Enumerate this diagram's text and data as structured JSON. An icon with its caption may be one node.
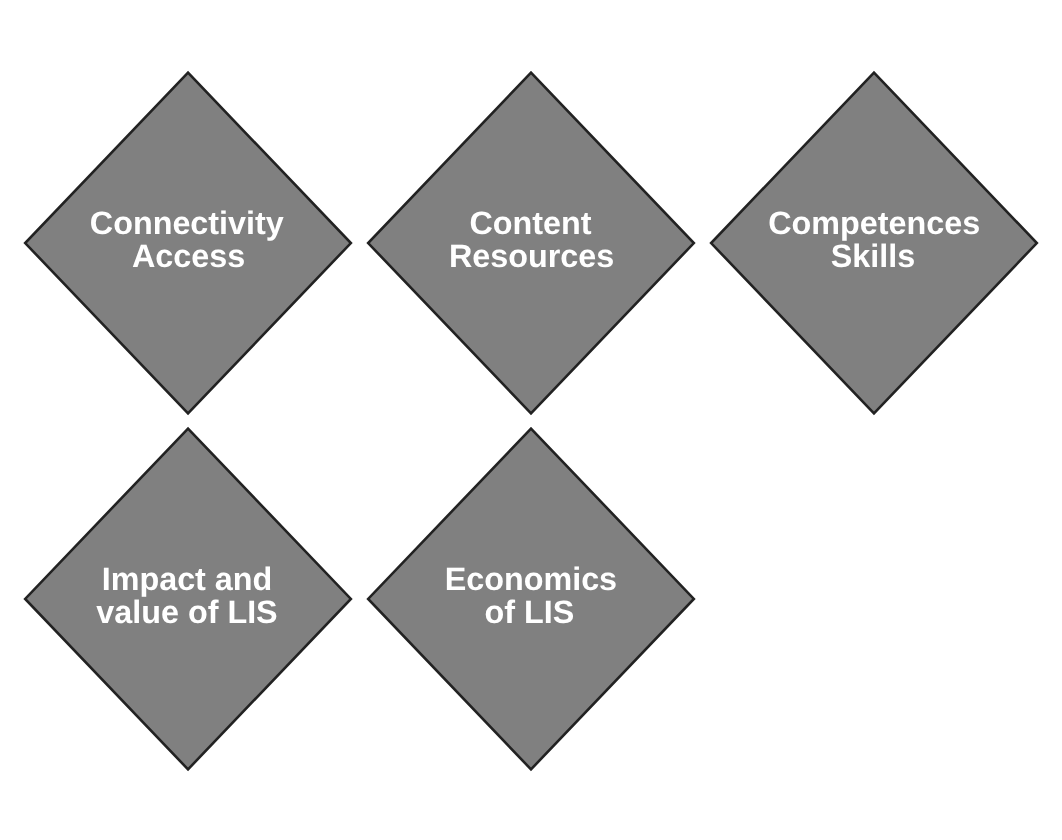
{
  "diagram": {
    "nodes": [
      {
        "text": [
          "Connectivity",
          "Access"
        ]
      },
      {
        "text": [
          "Content",
          "Resources"
        ]
      },
      {
        "text": [
          "Competences",
          "Skills"
        ]
      },
      {
        "text": [
          "Impact and value of LIS"
        ]
      },
      {
        "text": [
          "Economics of LIS"
        ]
      }
    ]
  }
}
